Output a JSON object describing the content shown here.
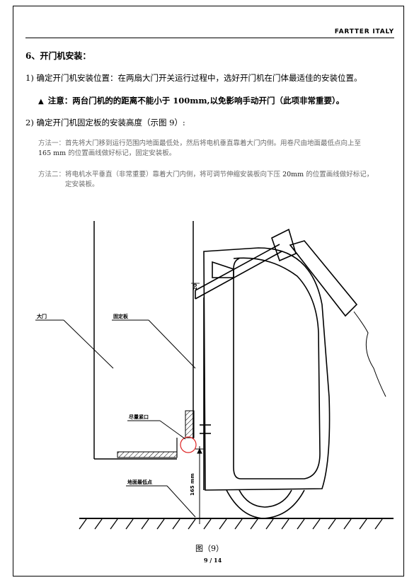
{
  "header": {
    "brand": "FARTTER ITALY"
  },
  "section": {
    "title": "6、开门机安装：",
    "step1": "1)  确定开门机安装位置：在两扇大门开关运行过程中，选好开门机在门体最适佳的安装位置。",
    "warning_symbol": "▲",
    "warning": "注意：两台门机的的距离不能小于 100mm,以免影响手动开门（此项非常重要）。",
    "step2": "2)  确定开门机固定板的安装高度（示图 9）:",
    "method1_label": "方法一：",
    "method1_line1": "首先将大门移到运行范围内地面最低处，然后将电机垂直靠着大门内侧。用卷尺由地面最低点向上至",
    "method1_value": "165 mm",
    "method1_line2": "的位置画线做好标记，固定安装板。",
    "method2_label": "方法二：",
    "method2_line1_a": "将电机水平垂直（非常重要）靠着大门内侧，将可调节伸缩安装板向下压",
    "method2_value": "20mm",
    "method2_line1_b": "的位置画线做好标记，",
    "method2_line2": "定安装板。"
  },
  "figure": {
    "label_gate": "大门",
    "label_plate": "固定板",
    "label_gap": "尽量紧口",
    "label_ground": "地面最低点",
    "dim_165": "165 mm",
    "dim_20": "20",
    "caption": "图（9）"
  },
  "footer": {
    "page": "9 / 14"
  }
}
